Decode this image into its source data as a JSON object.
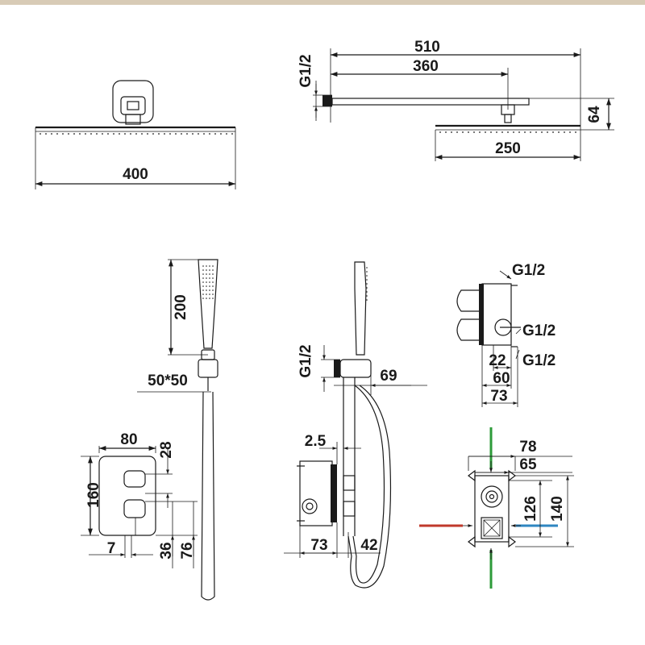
{
  "colors": {
    "line": "#1a1a1a",
    "strip": "#d8cbb6",
    "hot_arrow": "#c0392b",
    "cold_arrow": "#2e86c1",
    "outlet_arrow": "#2e9b3a"
  },
  "head_front": {
    "width": "400"
  },
  "head_side": {
    "total_length": "510",
    "arm_length": "360",
    "inlet": "G1/2",
    "height": "64",
    "head_width": "250"
  },
  "hand_shower": {
    "length": "200",
    "bracket": "50*50"
  },
  "wall_elbow": {
    "inlet": "G1/2",
    "depth": "69"
  },
  "valve_side": {
    "offset": "2.5",
    "box_depth": "73",
    "plate": "42"
  },
  "faceplate": {
    "width": "80",
    "knob_spacing": "28",
    "height": "160",
    "edge": "7",
    "lower_a": "36",
    "lower_b": "76"
  },
  "valve_top": {
    "port_a": "G1/2",
    "port_b": "G1/2",
    "port_c": "G1/2",
    "dim_a": "22",
    "dim_b": "60",
    "dim_c": "73"
  },
  "valve_front": {
    "outer_width": "78",
    "inner_width": "65",
    "inner_height": "126",
    "outer_height": "140"
  }
}
